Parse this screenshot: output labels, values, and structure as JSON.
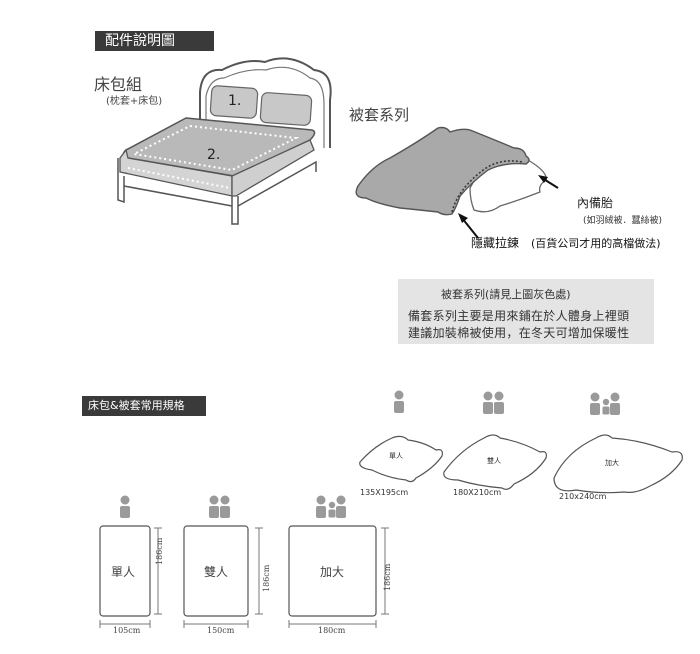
{
  "header": {
    "title": "配件說明圖"
  },
  "bed_set": {
    "title": "床包組",
    "subtitle": "(枕套+床包)",
    "pillow_label": "1.",
    "sheet_label": "2."
  },
  "duvet": {
    "title": "被套系列",
    "inner_label": "內備胎",
    "inner_note": "(如羽絨被．蠶絲被)",
    "zipper_label": "隱藏拉鍊",
    "zipper_note": "(百貨公司才用的高檔做法)"
  },
  "note_box": {
    "title": "被套系列(請見上圖灰色處)",
    "line1": "備套系列主要是用來鋪在於人體身上裡頭",
    "line2": "建議加裝棉被使用，在冬天可增加保暖性"
  },
  "spec_section": {
    "title": "床包&被套常用規格"
  },
  "quilts": [
    {
      "label": "單人",
      "size": "135X195cm"
    },
    {
      "label": "雙人",
      "size": "180X210cm"
    },
    {
      "label": "加大",
      "size": "210x240cm"
    }
  ],
  "beds": [
    {
      "label": "單人",
      "width": "105cm",
      "length": "186cm"
    },
    {
      "label": "雙人",
      "width": "150cm",
      "length": "186cm"
    },
    {
      "label": "加大",
      "width": "180cm",
      "length": "186cm"
    }
  ]
}
